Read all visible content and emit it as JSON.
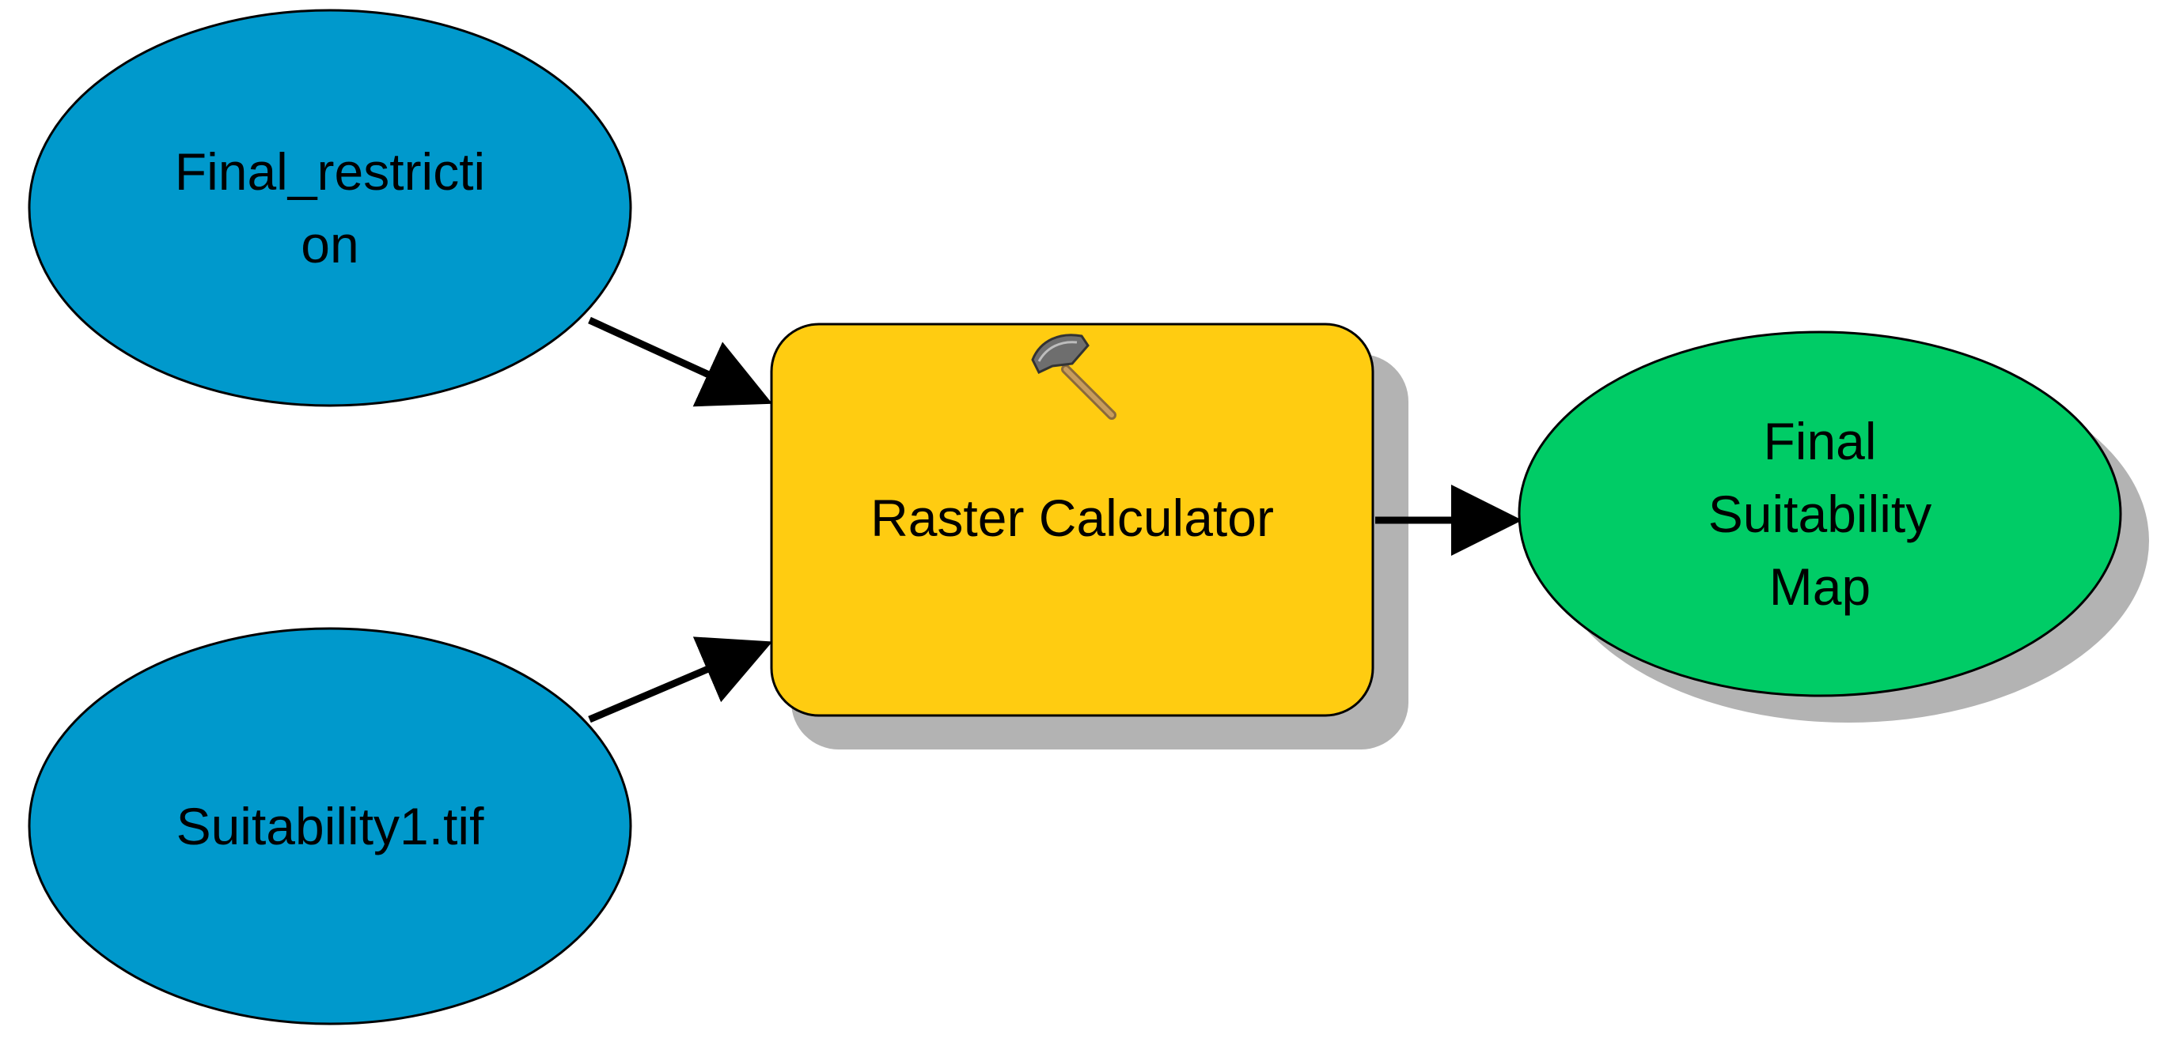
{
  "diagram": {
    "nodes": {
      "input1": {
        "label": "Final_restricti\non",
        "kind": "input",
        "color": "#0099CC"
      },
      "input2": {
        "label": "Suitability1.tif",
        "kind": "input",
        "color": "#0099CC"
      },
      "tool": {
        "label": "Raster Calculator",
        "kind": "tool",
        "color": "#FFCC11",
        "icon": "hammer-icon"
      },
      "output": {
        "label": "Final\nSuitability\nMap",
        "kind": "output",
        "color": "#00CC66"
      }
    },
    "edges": [
      {
        "from": "input1",
        "to": "tool"
      },
      {
        "from": "input2",
        "to": "tool"
      },
      {
        "from": "tool",
        "to": "output"
      }
    ],
    "colors": {
      "shadow": "#B3B3B3",
      "stroke": "#000000",
      "arrow": "#000000"
    }
  }
}
